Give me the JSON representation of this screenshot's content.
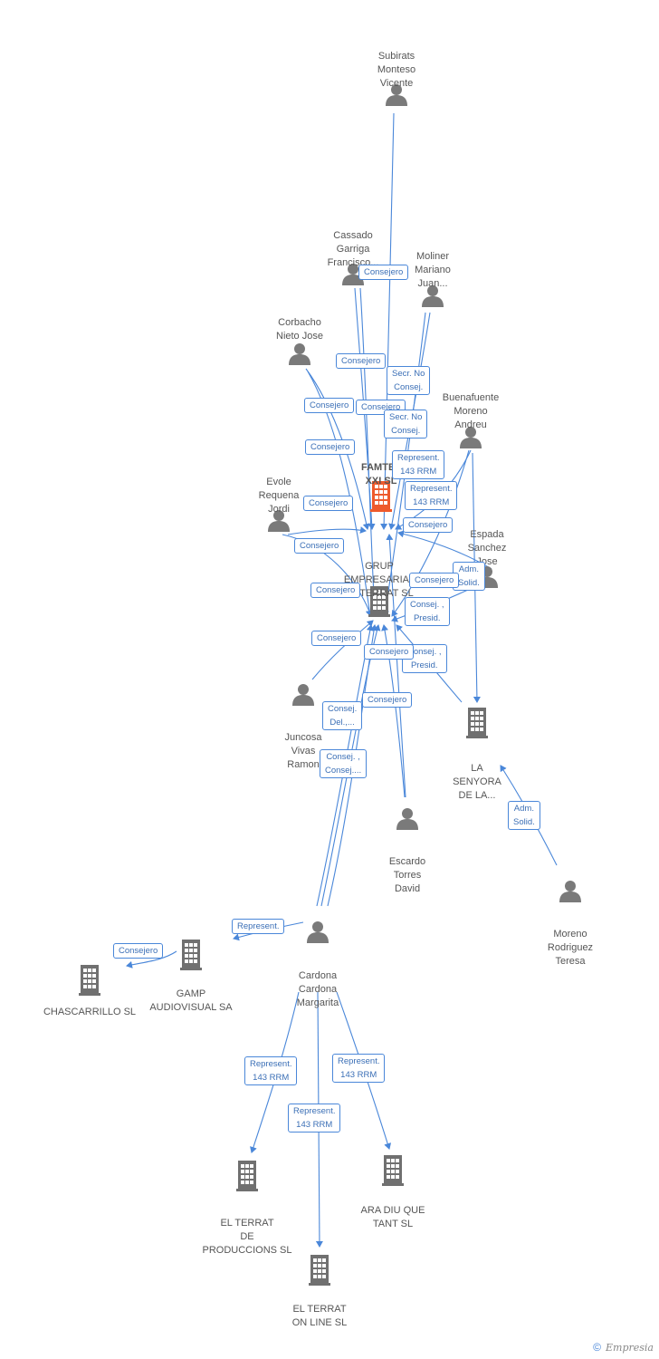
{
  "colors": {
    "edge": "#4a87d9",
    "person": "#7a7a7a",
    "company": "#707070",
    "focus": "#ee5a2c"
  },
  "nodes": [
    {
      "id": "subirats",
      "type": "person",
      "label": "Subirats\nMonteso\nVicente"
    },
    {
      "id": "cassado",
      "type": "person",
      "label": "Cassado\nGarriga\nFrancisco..."
    },
    {
      "id": "moliner",
      "type": "person",
      "label": "Moliner\nMariano\nJuan..."
    },
    {
      "id": "corbacho",
      "type": "person",
      "label": "Corbacho\nNieto Jose"
    },
    {
      "id": "buenafuente",
      "type": "person",
      "label": "Buenafuente\nMoreno\nAndreu"
    },
    {
      "id": "evole",
      "type": "person",
      "label": "Evole\nRequena\nJordi"
    },
    {
      "id": "espada",
      "type": "person",
      "label": "Espada\nSanchez\nJose"
    },
    {
      "id": "famtel",
      "type": "focus",
      "label": "FAMTEL\nXXI SL"
    },
    {
      "id": "grup",
      "type": "company",
      "label": "GRUP\nEMPRESARIAL\nEL TERRAT SL"
    },
    {
      "id": "juncosa",
      "type": "person",
      "label": "Juncosa\nVivas\nRamon"
    },
    {
      "id": "senyora",
      "type": "company",
      "label": "LA\nSENYORA\nDE LA..."
    },
    {
      "id": "escardo",
      "type": "person",
      "label": "Escardo\nTorres\nDavid"
    },
    {
      "id": "morenor",
      "type": "person",
      "label": "Moreno\nRodriguez\nTeresa"
    },
    {
      "id": "cardona",
      "type": "person",
      "label": "Cardona\nCardona\nMargarita"
    },
    {
      "id": "gamp",
      "type": "company",
      "label": "GAMP\nAUDIOVISUAL SA"
    },
    {
      "id": "chascarrillo",
      "type": "company",
      "label": "CHASCARRILLO SL"
    },
    {
      "id": "produccions",
      "type": "company",
      "label": "EL TERRAT\nDE\nPRODUCCIONS SL"
    },
    {
      "id": "aradiu",
      "type": "company",
      "label": "ARA DIU QUE\nTANT SL"
    },
    {
      "id": "online",
      "type": "company",
      "label": "EL TERRAT\nON LINE SL"
    }
  ],
  "edge_labels": [
    "Consejero",
    "Consejero",
    "Secr. No\nConsej.",
    "Consejero",
    "Consejero",
    "Secr. No\nConsej.",
    "Consejero",
    "Represent.\n143 RRM",
    "Represent.\n143 RRM",
    "Consejero",
    "Consejero",
    "Consejero",
    "Adm.\nSolid.",
    "Consejero",
    "Consejero",
    "Consej. ,\nPresid.",
    "Consejero",
    "Consej. ,\nPresid.",
    "Consejero",
    "Consejero",
    "Consej.\nDel.,...",
    "Consej. ,\nConsej....",
    "Adm.\nSolid.",
    "Represent.",
    "Consejero",
    "Represent.\n143 RRM",
    "Represent.\n143 RRM",
    "Represent.\n143 RRM"
  ],
  "footer": {
    "copyright": "©",
    "brand": "Empresia"
  }
}
